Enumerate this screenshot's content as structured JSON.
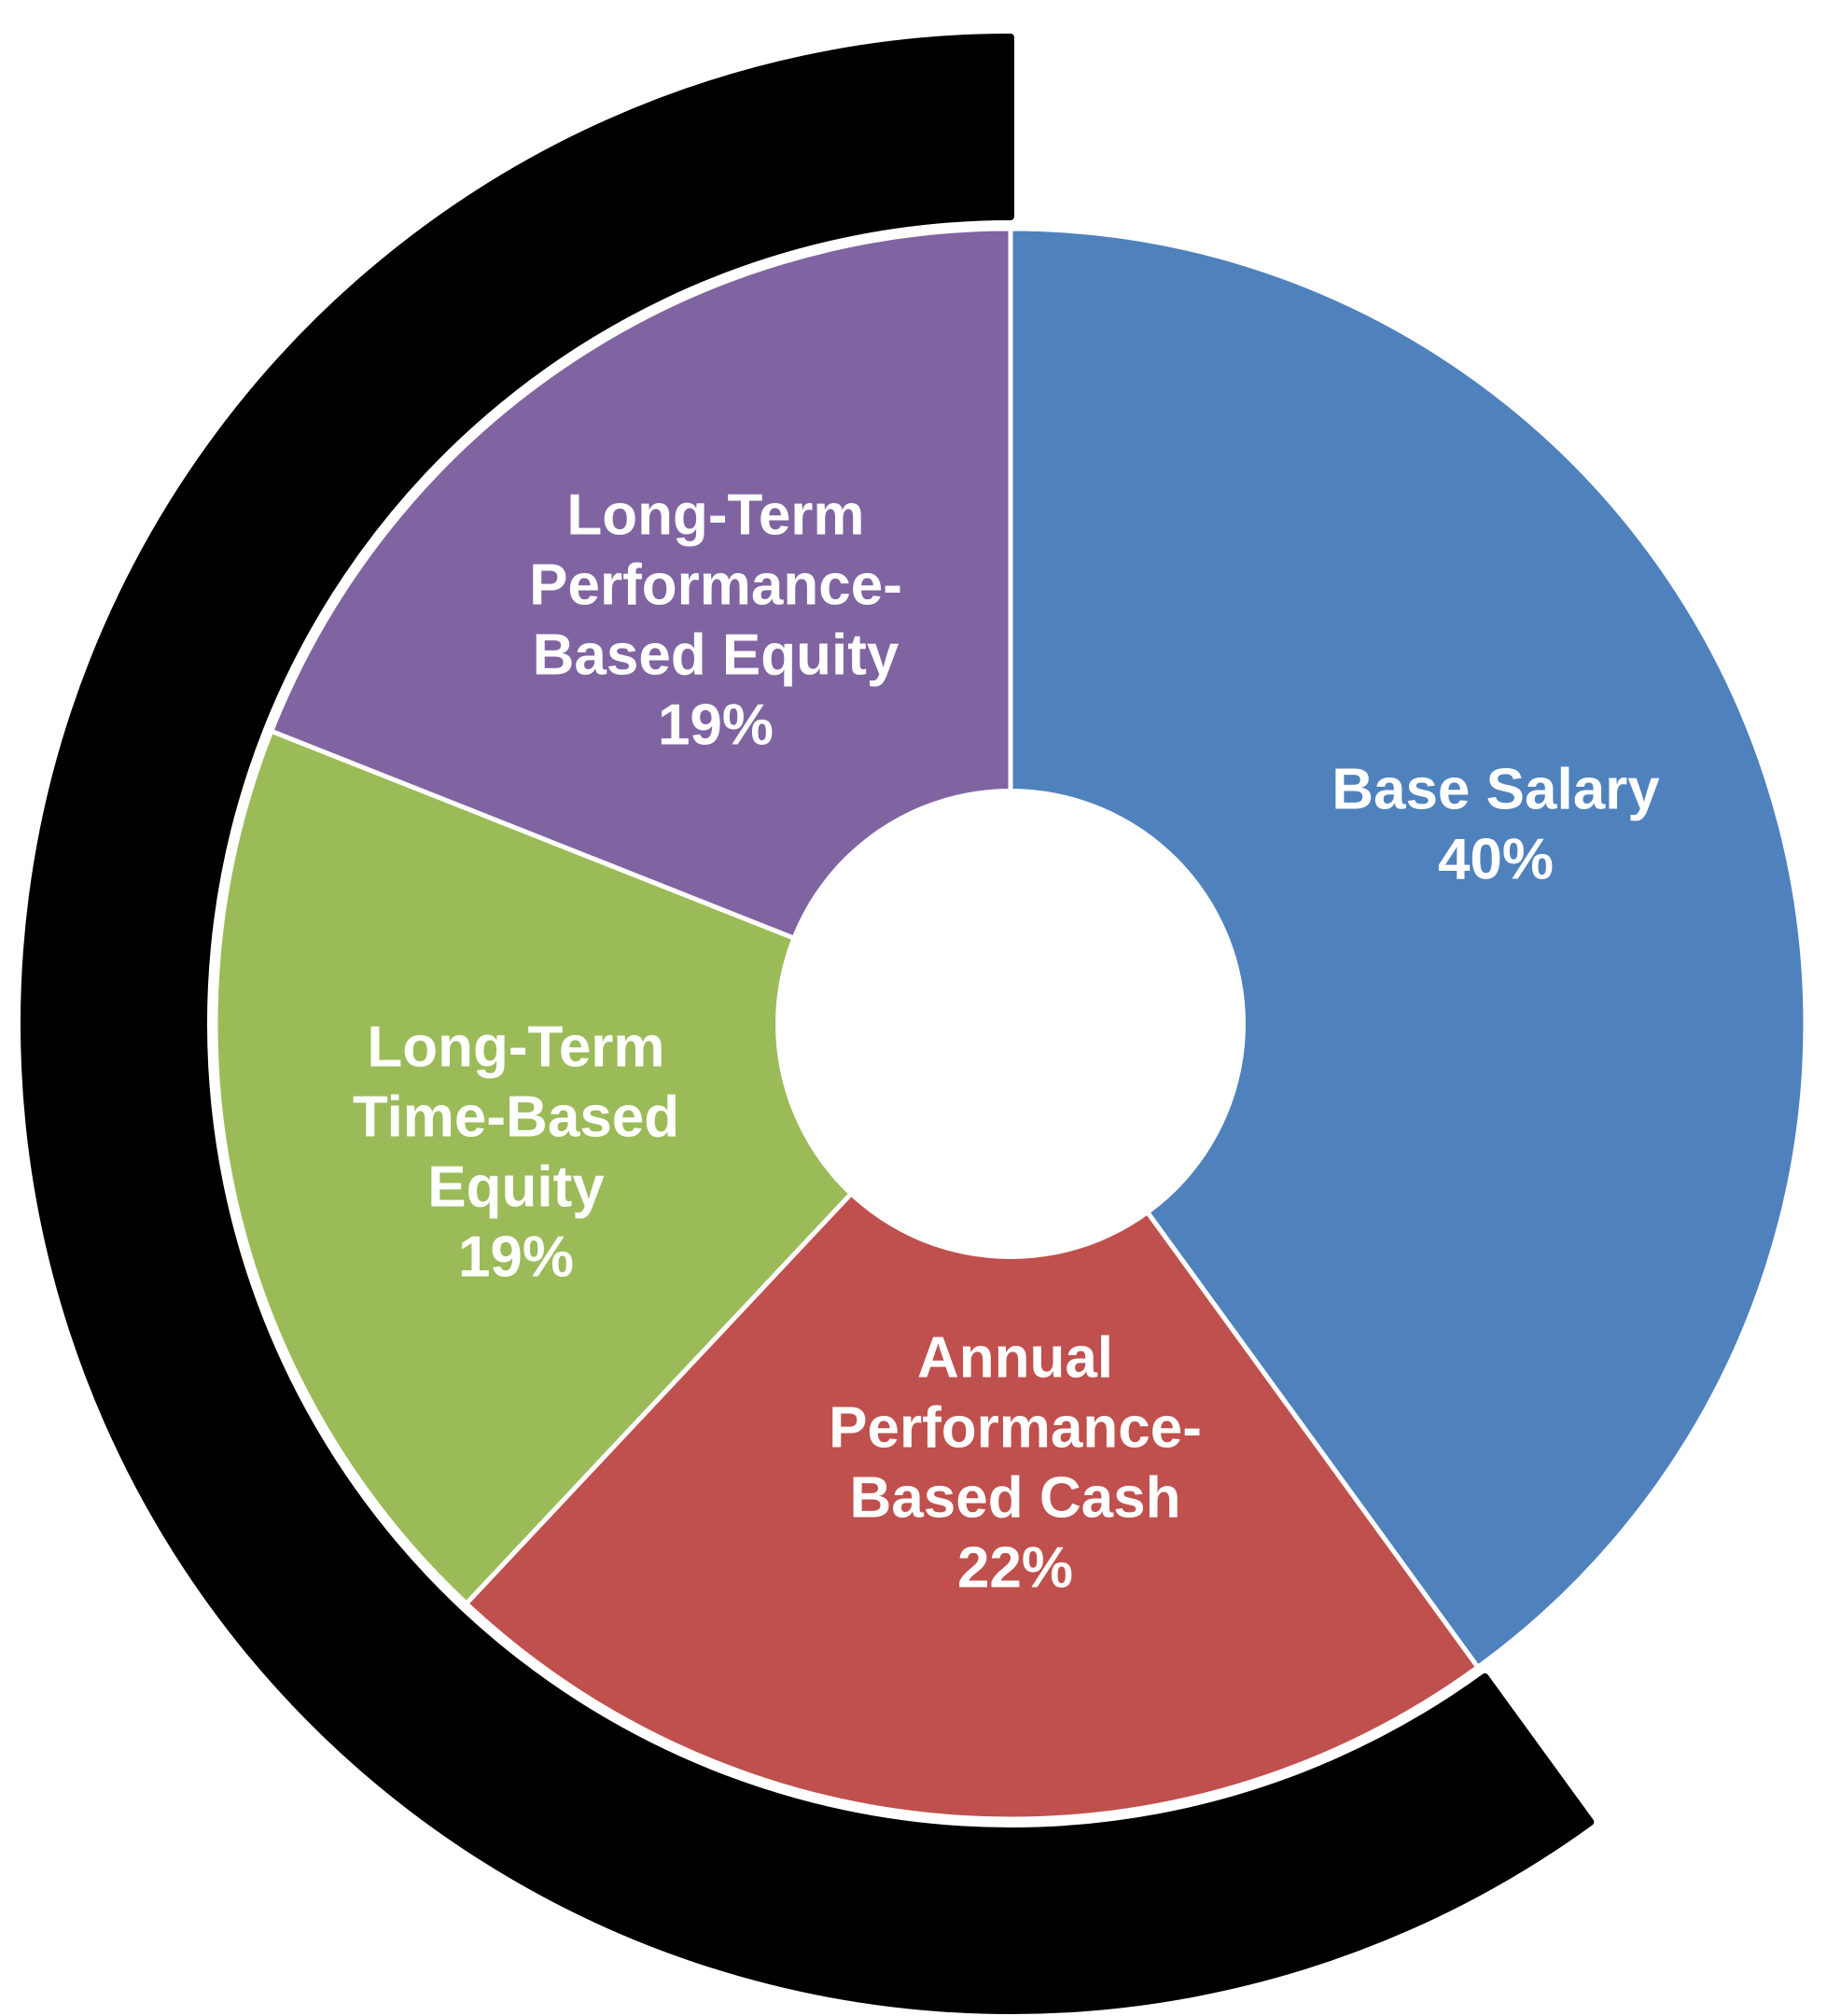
{
  "chart_data": {
    "type": "pie",
    "style": "donut with outer partial black arc",
    "slices": [
      {
        "label_lines": [
          "Base Salary",
          "40%"
        ],
        "category": "Base Salary",
        "value": 40,
        "color": "#4F81BD"
      },
      {
        "label_lines": [
          "Annual",
          "Performance-",
          "Based Cash",
          "22%"
        ],
        "category": "Annual Performance-Based Cash",
        "value": 22,
        "color": "#C0504D"
      },
      {
        "label_lines": [
          "Long-Term",
          "Time-Based",
          "Equity",
          "19%"
        ],
        "category": "Long-Term Time-Based Equity",
        "value": 19,
        "color": "#9BBB59"
      },
      {
        "label_lines": [
          "Long-Term",
          "Performance-",
          "Based Equity",
          "19%"
        ],
        "category": "Long-Term Performance-Based Equity",
        "value": 19,
        "color": "#8064A2"
      }
    ],
    "start": "12 o'clock",
    "direction": "clockwise",
    "outer_arc": {
      "color": "#000000",
      "covers_slices": [
        "Long-Term Performance-Based Equity",
        "Long-Term Time-Based Equity",
        "Annual Performance-Based Cash"
      ],
      "value": 60
    },
    "label_color": "#ffffff",
    "background": "#ffffff"
  }
}
